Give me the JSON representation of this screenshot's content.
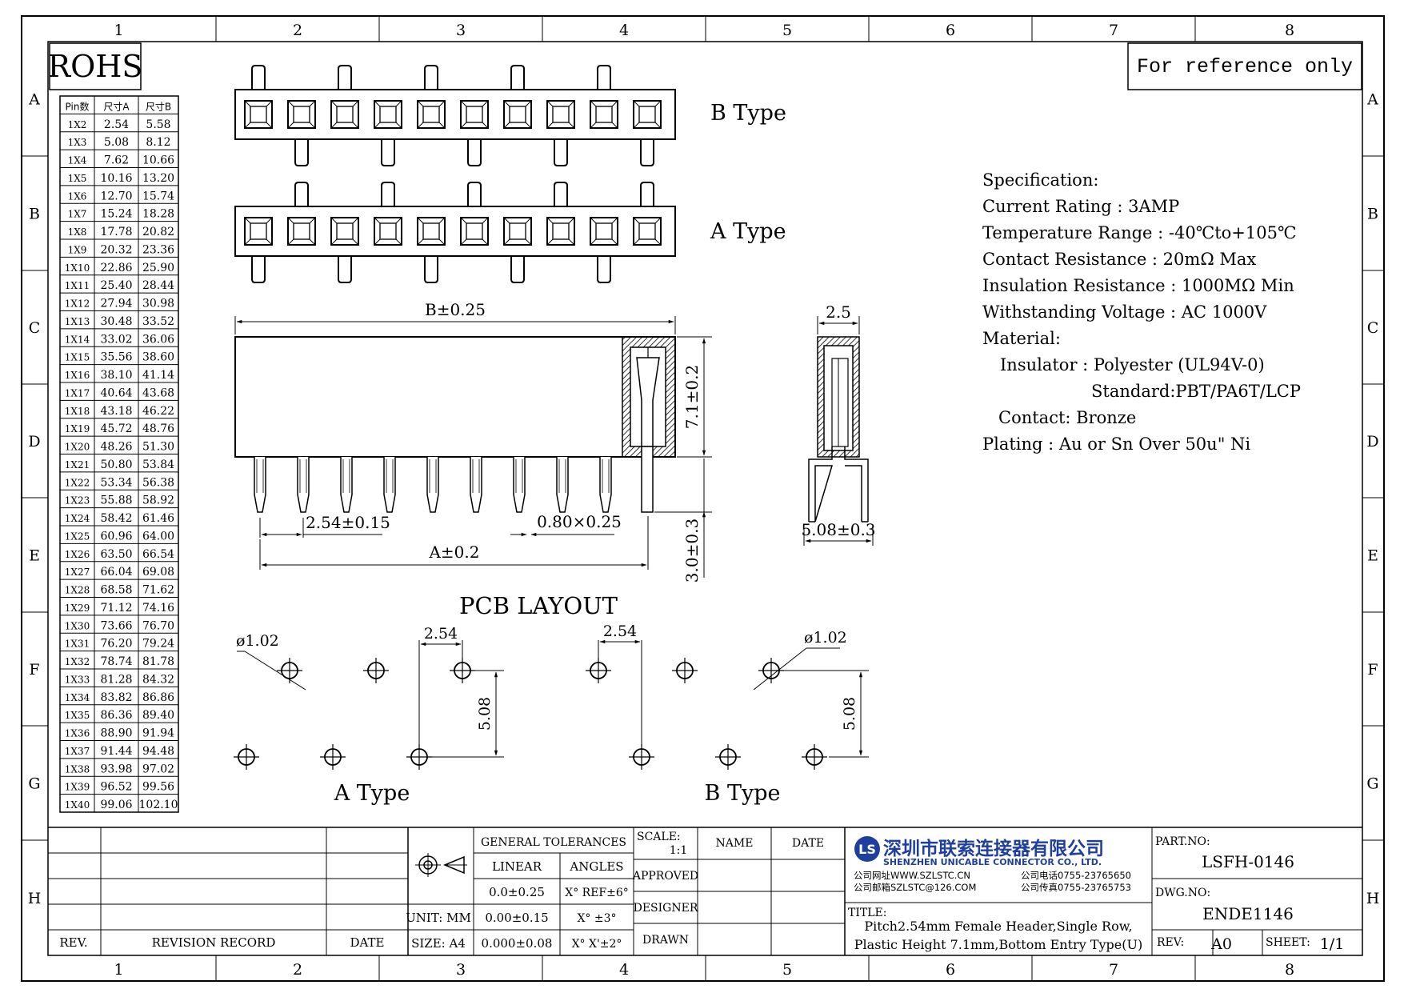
{
  "frame": {
    "col_labels": [
      "1",
      "2",
      "3",
      "4",
      "5",
      "6",
      "7",
      "8"
    ],
    "row_labels": [
      "A",
      "B",
      "C",
      "D",
      "E",
      "F",
      "G",
      "H"
    ]
  },
  "rohs": "ROHS",
  "reference_note": "For reference only",
  "pin_table": {
    "headers": [
      "Pin数",
      "尺寸A",
      "尺寸B"
    ],
    "rows": [
      [
        "1X2",
        "2.54",
        "5.58"
      ],
      [
        "1X3",
        "5.08",
        "8.12"
      ],
      [
        "1X4",
        "7.62",
        "10.66"
      ],
      [
        "1X5",
        "10.16",
        "13.20"
      ],
      [
        "1X6",
        "12.70",
        "15.74"
      ],
      [
        "1X7",
        "15.24",
        "18.28"
      ],
      [
        "1X8",
        "17.78",
        "20.82"
      ],
      [
        "1X9",
        "20.32",
        "23.36"
      ],
      [
        "1X10",
        "22.86",
        "25.90"
      ],
      [
        "1X11",
        "25.40",
        "28.44"
      ],
      [
        "1X12",
        "27.94",
        "30.98"
      ],
      [
        "1X13",
        "30.48",
        "33.52"
      ],
      [
        "1X14",
        "33.02",
        "36.06"
      ],
      [
        "1X15",
        "35.56",
        "38.60"
      ],
      [
        "1X16",
        "38.10",
        "41.14"
      ],
      [
        "1X17",
        "40.64",
        "43.68"
      ],
      [
        "1X18",
        "43.18",
        "46.22"
      ],
      [
        "1X19",
        "45.72",
        "48.76"
      ],
      [
        "1X20",
        "48.26",
        "51.30"
      ],
      [
        "1X21",
        "50.80",
        "53.84"
      ],
      [
        "1X22",
        "53.34",
        "56.38"
      ],
      [
        "1X23",
        "55.88",
        "58.92"
      ],
      [
        "1X24",
        "58.42",
        "61.46"
      ],
      [
        "1X25",
        "60.96",
        "64.00"
      ],
      [
        "1X26",
        "63.50",
        "66.54"
      ],
      [
        "1X27",
        "66.04",
        "69.08"
      ],
      [
        "1X28",
        "68.58",
        "71.62"
      ],
      [
        "1X29",
        "71.12",
        "74.16"
      ],
      [
        "1X30",
        "73.66",
        "76.70"
      ],
      [
        "1X31",
        "76.20",
        "79.24"
      ],
      [
        "1X32",
        "78.74",
        "81.78"
      ],
      [
        "1X33",
        "81.28",
        "84.32"
      ],
      [
        "1X34",
        "83.82",
        "86.86"
      ],
      [
        "1X35",
        "86.36",
        "89.40"
      ],
      [
        "1X36",
        "88.90",
        "91.94"
      ],
      [
        "1X37",
        "91.44",
        "94.48"
      ],
      [
        "1X38",
        "93.98",
        "97.02"
      ],
      [
        "1X39",
        "96.52",
        "99.56"
      ],
      [
        "1X40",
        "99.06",
        "102.10"
      ]
    ]
  },
  "views": {
    "b_type_label": "B Type",
    "a_type_label": "A Type",
    "dim_b": "B±0.25",
    "dim_height": "7.1±0.2",
    "dim_pitch": "2.54±0.15",
    "dim_pin": "0.80×0.25",
    "dim_a": "A±0.2",
    "dim_tail": "3.0±0.3",
    "dim_width": "2.5",
    "dim_row": "5.08±0.3"
  },
  "pcb": {
    "title": "PCB LAYOUT",
    "hole_a": "ø1.02",
    "hole_b": "ø1.02",
    "pitch_a": "2.54",
    "pitch_b": "2.54",
    "row_a": "5.08",
    "row_b": "5.08",
    "label_a": "A Type",
    "label_b": "B Type"
  },
  "spec": {
    "lines": [
      "Specification:",
      "Current Rating : 3AMP",
      "Temperature Range : -40℃to+105℃",
      "Contact Resistance : 20mΩ Max",
      "Insulation Resistance : 1000MΩ Min",
      "Withstanding Voltage : AC 1000V",
      "Material:",
      "Insulator : Polyester (UL94V-0)",
      "Standard:PBT/PA6T/LCP",
      "Contact: Bronze",
      "Plating : Au or Sn Over 50u\" Ni"
    ]
  },
  "title_block": {
    "rev_label": "REV.",
    "revision_record": "REVISION RECORD",
    "date_label": "DATE",
    "unit": "UNIT: MM",
    "size": "SIZE: A4",
    "general_tolerances": "GENERAL TOLERANCES",
    "linear": "LINEAR",
    "angles": "ANGLES",
    "lin1": "0.0±0.25",
    "lin2": "0.00±0.15",
    "lin3": "0.000±0.08",
    "ang1": "X° REF±6°",
    "ang2": "X° ±3°",
    "ang3": "X° X'±2°",
    "scale_label": "SCALE:",
    "scale_value": "1:1",
    "name": "NAME",
    "date2": "DATE",
    "approved": "APPROVED",
    "designer": "DESIGNER",
    "drawn": "DRAWN",
    "company_logo": "LS",
    "company_cn": "深圳市联索连接器有限公司",
    "company_en": "SHENZHEN UNICABLE CONNECTOR CO., LTD.",
    "website": "公司网址WWW.SZLSTC.CN",
    "email": "公司邮箱SZLSTC@126.COM",
    "phone": "公司电话0755-23765650",
    "fax": "公司传真0755-23765753",
    "title_label": "TITLE:",
    "title_line1": "Pitch2.54mm Female Header,Single Row,",
    "title_line2": "Plastic Height 7.1mm,Bottom Entry Type(U)",
    "part_no_label": "PART.NO:",
    "part_no": "LSFH-0146",
    "dwg_no_label": "DWG.NO:",
    "dwg_no": "ENDE1146",
    "rev2_label": "REV:",
    "rev_value": "A0",
    "sheet_label": "SHEET:",
    "sheet_value": "1/1"
  }
}
